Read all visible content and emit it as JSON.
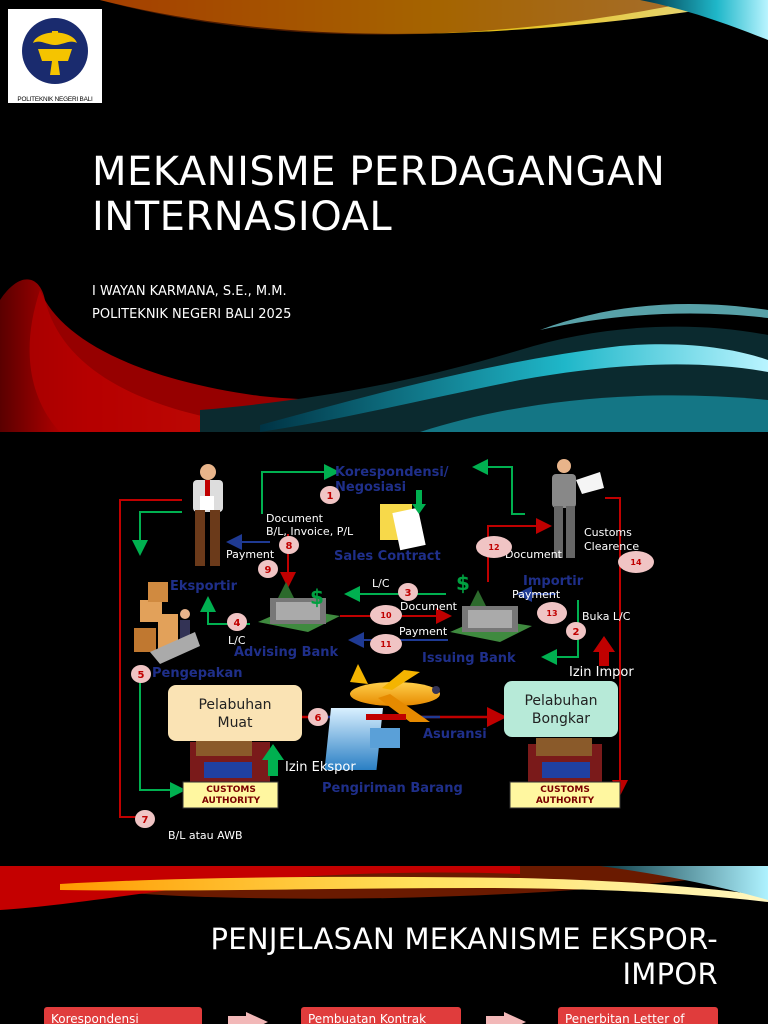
{
  "slide1": {
    "logo_text": "POLITEKNIK NEGERI BALI",
    "title_line1": "MEKANISME PERDAGANGAN",
    "title_line2": "INTERNASIOAL",
    "author": "I WAYAN KARMANA, S.E., M.M.",
    "institution": "POLITEKNIK NEGERI BALI 2025"
  },
  "slide2": {
    "korespondensi_line1": "Korespondensi/",
    "korespondensi_line2": "Negosiasi",
    "sales_contract": "Sales Contract",
    "eksportir": "Eksportir",
    "importir": "Importir",
    "pengepakan": "Pengepakan",
    "advising_bank": "Advising Bank",
    "issuing_bank": "Issuing Bank",
    "pelabuhan_muat_1": "Pelabuhan",
    "pelabuhan_muat_2": "Muat",
    "pelabuhan_bongkar_1": "Pelabuhan",
    "pelabuhan_bongkar_2": "Bongkar",
    "asuransi": "Asuransi",
    "pengiriman_barang": "Pengiriman Barang",
    "customs_1": "CUSTOMS",
    "customs_2": "AUTHORITY",
    "document": "Document",
    "document_list": "B/L, Invoice, P/L",
    "payment": "Payment",
    "lc": "L/C",
    "document2": "Document",
    "document3": "Document",
    "payment2": "Payment",
    "payment3": "Payment",
    "lc2": "L/C",
    "buka_lc": "Buka L/C",
    "izin_impor": "Izin Impor",
    "izin_ekspor": "Izin Ekspor",
    "bl_awb": "B/L atau AWB",
    "customs_clearence_1": "Customs",
    "customs_clearence_2": "Clearence",
    "numbers": [
      "1",
      "2",
      "3",
      "4",
      "5",
      "6",
      "7",
      "8",
      "9",
      "10",
      "11",
      "12",
      "13",
      "14"
    ],
    "colors": {
      "red_flow": "#c00000",
      "green_flow": "#00b050",
      "blue_flow": "#1f3a93",
      "port_muat": "#fae3b4",
      "port_bongkar": "#b7ead8"
    }
  },
  "slide3": {
    "title_line1": "PENJELASAN MEKANISME EKSPOR-",
    "title_line2": "IMPOR",
    "steps": [
      "Korespondensi",
      "Pembuatan Kontrak",
      "Penerbitan Letter of"
    ]
  }
}
